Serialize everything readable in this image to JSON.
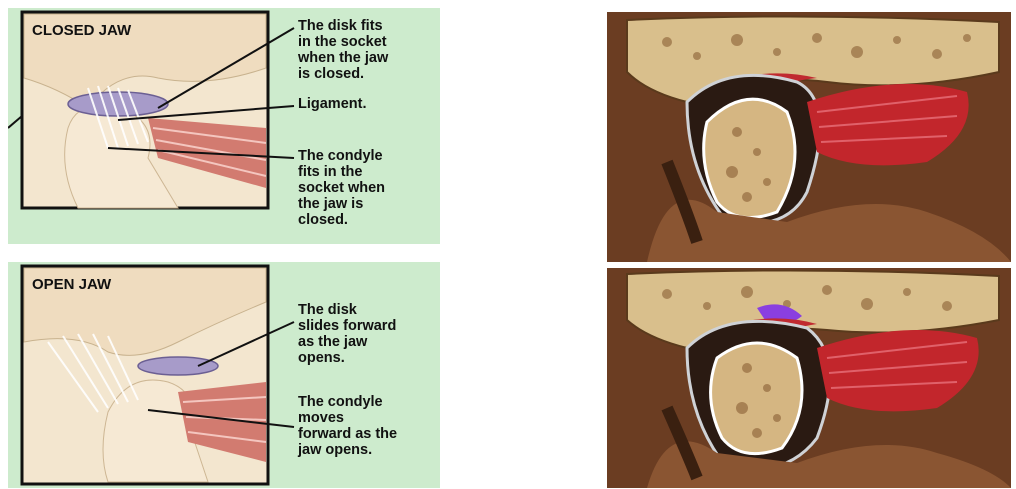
{
  "closed_panel": {
    "title": "CLOSED JAW",
    "callouts": [
      {
        "text": "The disk fits\nin the socket\nwhen the jaw\nis closed."
      },
      {
        "text": "Ligament."
      },
      {
        "text": "The condyle\nfits in the\nsocket when\nthe jaw is\nclosed."
      }
    ]
  },
  "open_panel": {
    "title": "OPEN JAW",
    "callouts": [
      {
        "text": "The disk\nslides forward\nas the jaw\nopens."
      },
      {
        "text": "The condyle\nmoves\nforward as the\njaw opens."
      }
    ]
  },
  "colors": {
    "panel_green": "#cdebcd",
    "bone": "#f2e2c8",
    "disk": "#9a8fc0",
    "muscle": "#c9665c",
    "anatomy_red": "#b8262d",
    "anatomy_purple": "#8a3fe0"
  }
}
